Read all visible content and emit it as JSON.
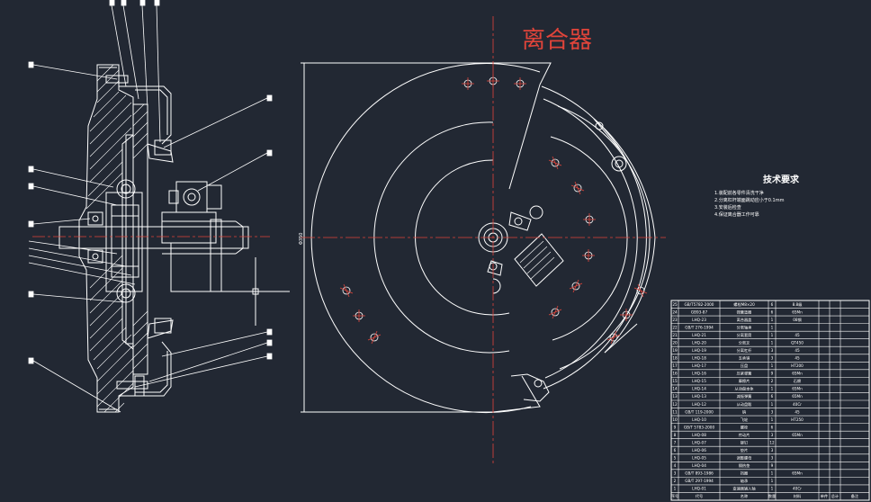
{
  "drawing": {
    "title": "离合器",
    "dimension_label": "Φ350"
  },
  "tech_requirements": {
    "title": "技术要求",
    "lines": [
      "1.装配前各零件清洗干净",
      "2.分离杠杆端面跳动应小于0.1mm",
      "3.安装后检查",
      "4.保证离合器工作可靠"
    ]
  },
  "colors": {
    "background": "#222833",
    "line": "#ffffff",
    "center_line": "#e0443a",
    "title": "#e0443a"
  },
  "parts_table": {
    "footer": [
      "序号",
      "代号",
      "名称",
      "数量",
      "材料",
      "单件",
      "总计",
      "备注"
    ],
    "rows": [
      [
        "25",
        "GB/T5782-2000",
        "螺栓M8×20",
        "6",
        "8.8级",
        "",
        "",
        ""
      ],
      [
        "24",
        "GB93-87",
        "弹簧垫圈",
        "6",
        "65Mn",
        "",
        "",
        ""
      ],
      [
        "23",
        "LHQ-23",
        "离合器盖",
        "1",
        "08钢",
        "",
        "",
        ""
      ],
      [
        "22",
        "GB/T 276-1994",
        "分离轴承",
        "1",
        "",
        "",
        "",
        ""
      ],
      [
        "21",
        "LHQ-21",
        "分离套筒",
        "1",
        "45",
        "",
        "",
        ""
      ],
      [
        "20",
        "LHQ-20",
        "分离叉",
        "1",
        "QT450",
        "",
        "",
        ""
      ],
      [
        "19",
        "LHQ-19",
        "分离杠杆",
        "3",
        "45",
        "",
        "",
        ""
      ],
      [
        "18",
        "LHQ-18",
        "支承销",
        "3",
        "45",
        "",
        "",
        ""
      ],
      [
        "17",
        "LHQ-17",
        "压盘",
        "1",
        "HT200",
        "",
        "",
        ""
      ],
      [
        "16",
        "LHQ-16",
        "压紧弹簧",
        "9",
        "65Mn",
        "",
        "",
        ""
      ],
      [
        "15",
        "LHQ-15",
        "摩擦片",
        "2",
        "石棉",
        "",
        "",
        ""
      ],
      [
        "14",
        "LHQ-14",
        "从动盘本体",
        "1",
        "65Mn",
        "",
        "",
        ""
      ],
      [
        "13",
        "LHQ-13",
        "减振弹簧",
        "6",
        "65Mn",
        "",
        "",
        ""
      ],
      [
        "12",
        "LHQ-12",
        "从动盘毂",
        "1",
        "40Cr",
        "",
        "",
        ""
      ],
      [
        "11",
        "GB/T 119-2000",
        "销",
        "3",
        "45",
        "",
        "",
        ""
      ],
      [
        "10",
        "LHQ-10",
        "飞轮",
        "1",
        "HT250",
        "",
        "",
        ""
      ],
      [
        "9",
        "GB/T 5783-2000",
        "螺栓",
        "6",
        "",
        "",
        "",
        ""
      ],
      [
        "8",
        "LHQ-08",
        "传动片",
        "3",
        "65Mn",
        "",
        "",
        ""
      ],
      [
        "7",
        "LHQ-07",
        "铆钉",
        "12",
        "",
        "",
        "",
        ""
      ],
      [
        "6",
        "LHQ-06",
        "垫片",
        "3",
        "",
        "",
        "",
        ""
      ],
      [
        "5",
        "LHQ-05",
        "调整螺母",
        "3",
        "",
        "",
        "",
        ""
      ],
      [
        "4",
        "LHQ-04",
        "隔热垫",
        "9",
        "",
        "",
        "",
        ""
      ],
      [
        "3",
        "GB/T 893-1986",
        "挡圈",
        "1",
        "65Mn",
        "",
        "",
        ""
      ],
      [
        "2",
        "GB/T 297-1994",
        "轴承",
        "1",
        "",
        "",
        "",
        ""
      ],
      [
        "1",
        "LHQ-01",
        "变速器输入轴",
        "1",
        "40Cr",
        "",
        "",
        ""
      ]
    ]
  }
}
